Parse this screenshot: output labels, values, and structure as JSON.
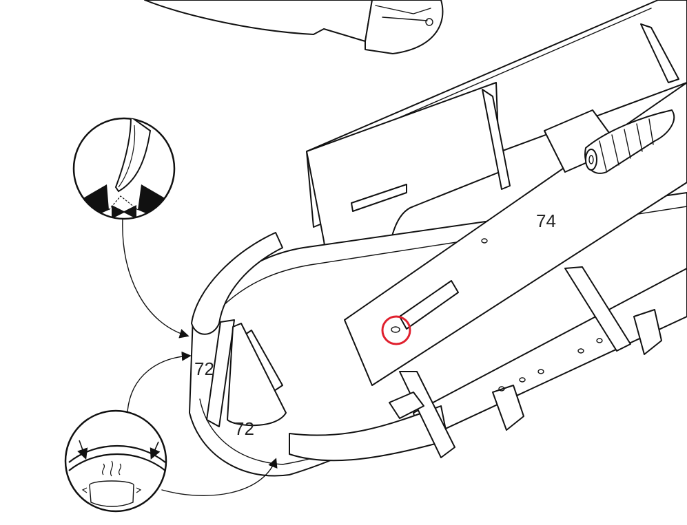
{
  "labels": {
    "part_74": "74",
    "part_72_upper": "72",
    "part_72_lower": "72"
  },
  "icons": {
    "cut_detail": "knife-cutting-bevel-icon",
    "steam_detail": "steaming-pot-bending-icon"
  },
  "highlight": {
    "color": "#e0202e",
    "target": "peg-hole"
  }
}
